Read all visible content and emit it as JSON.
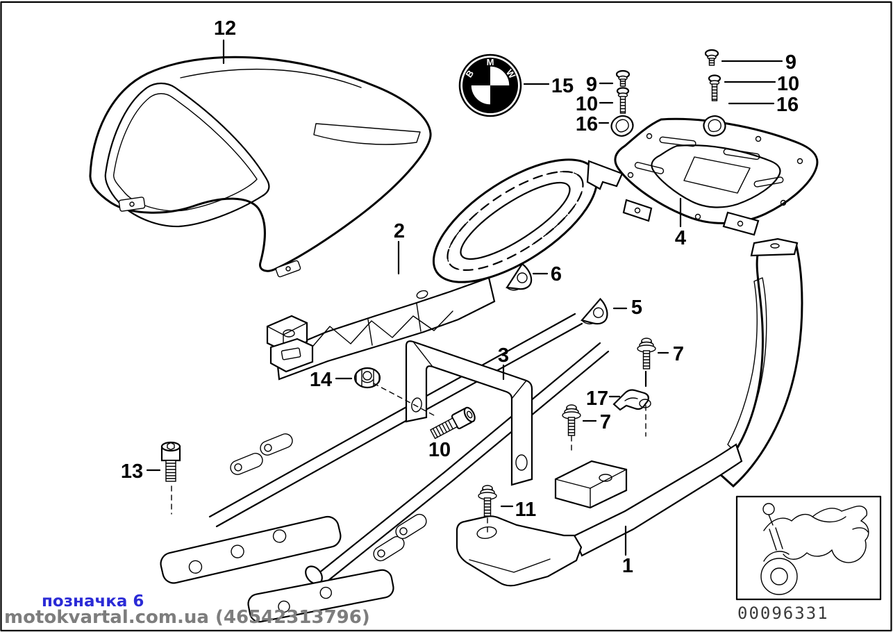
{
  "diagram": {
    "title_hidden": "",
    "callouts": {
      "p12": "12",
      "p2": "2",
      "p15": "15",
      "p9_left": "9",
      "p10_left": "10",
      "p16_left": "16",
      "p9_right": "9",
      "p10_right": "10",
      "p16_right": "16",
      "p4": "4",
      "p6": "6",
      "p5": "5",
      "p7_upper": "7",
      "p17": "17",
      "p7_lower": "7",
      "p3": "3",
      "p14": "14",
      "p10_mid": "10",
      "p13": "13",
      "p11": "11",
      "p1": "1"
    },
    "bmw": {
      "b": "B",
      "m": "M",
      "w": "W"
    },
    "footer": {
      "part_number": "00096331"
    }
  },
  "watermark": {
    "label": "позначка 6",
    "site": "motokvartal.com.ua (46542313796)"
  },
  "colors": {
    "ink": "#000000",
    "watermark_blue": "#2b2bd6",
    "watermark_gray": "#7d7d7d",
    "part_number_gray": "#3a3a3a",
    "background": "#ffffff"
  }
}
